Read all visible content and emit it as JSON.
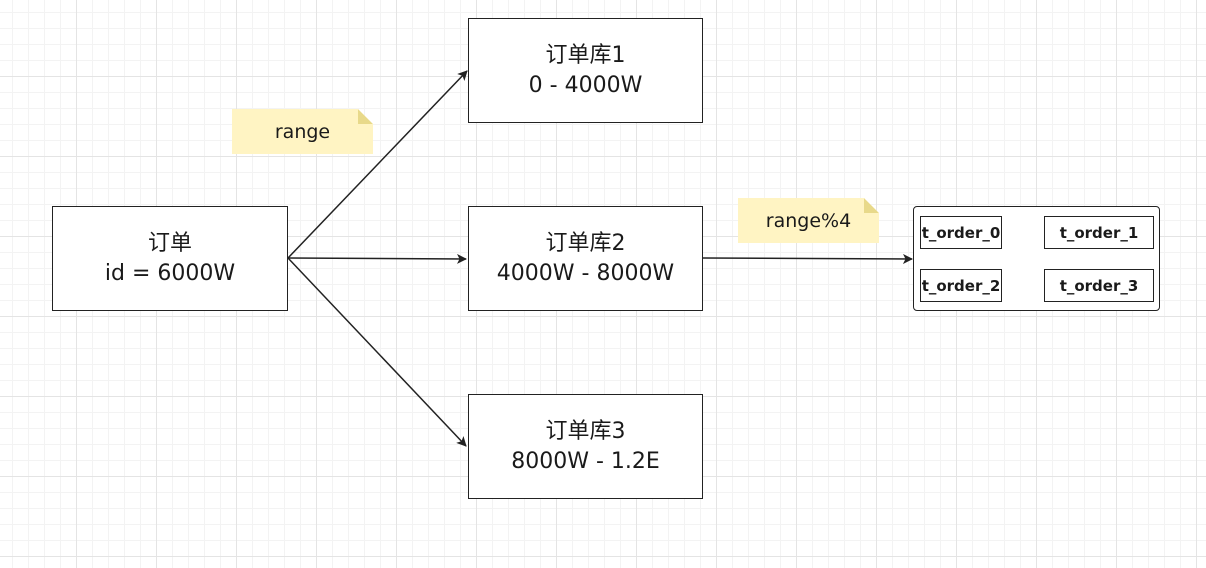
{
  "source": {
    "line1": "订单",
    "line2": "id = 6000W"
  },
  "databases": [
    {
      "name": "订单库1",
      "range": "0 - 4000W"
    },
    {
      "name": "订单库2",
      "range": "4000W - 8000W"
    },
    {
      "name": "订单库3",
      "range": "8000W - 1.2E"
    }
  ],
  "notes": {
    "db_rule": "range",
    "table_rule": "range%4"
  },
  "tables": [
    "t_order_0",
    "t_order_1",
    "t_order_2",
    "t_order_3"
  ],
  "colors": {
    "stroke": "#222222",
    "note_fill": "#fff4c3"
  }
}
